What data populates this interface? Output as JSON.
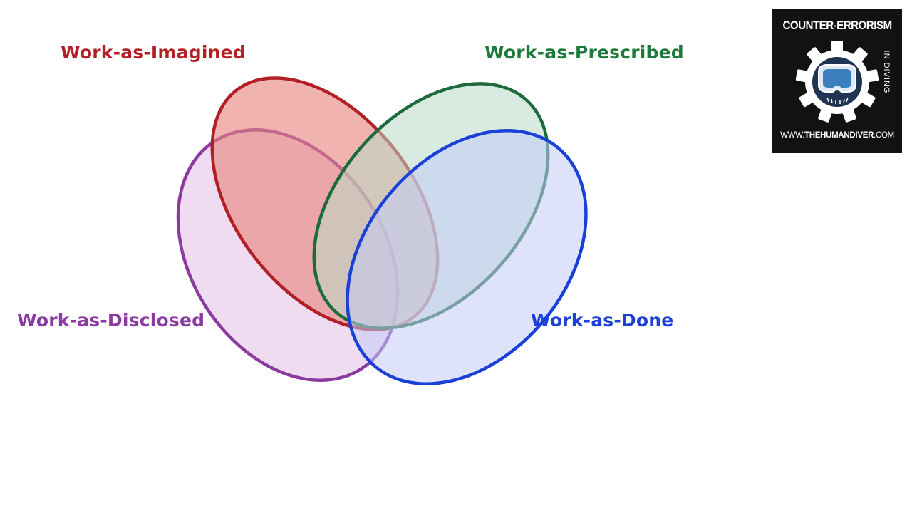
{
  "diagram": {
    "labels": {
      "imagined": "Work-as-Imagined",
      "prescribed": "Work-as-Prescribed",
      "disclosed": "Work-as-Disclosed",
      "done": "Work-as-Done"
    },
    "colors": {
      "imagined_stroke": "#b21f24",
      "imagined_fill": "#e6857e",
      "prescribed_stroke": "#1d6a3a",
      "prescribed_fill": "#b9dac6",
      "disclosed_stroke": "#8a3aa0",
      "disclosed_fill": "#e7c6e6",
      "done_stroke": "#1a40d8",
      "done_fill": "#c3ccf7"
    }
  },
  "logo": {
    "title": "COUNTER-ERRORISM",
    "side_text": "IN DIVING",
    "url_prefix": "WWW.",
    "url_brand": "THEHUMANDIVER",
    "url_suffix": ".COM",
    "icon": "gear-dive-mask-icon"
  }
}
